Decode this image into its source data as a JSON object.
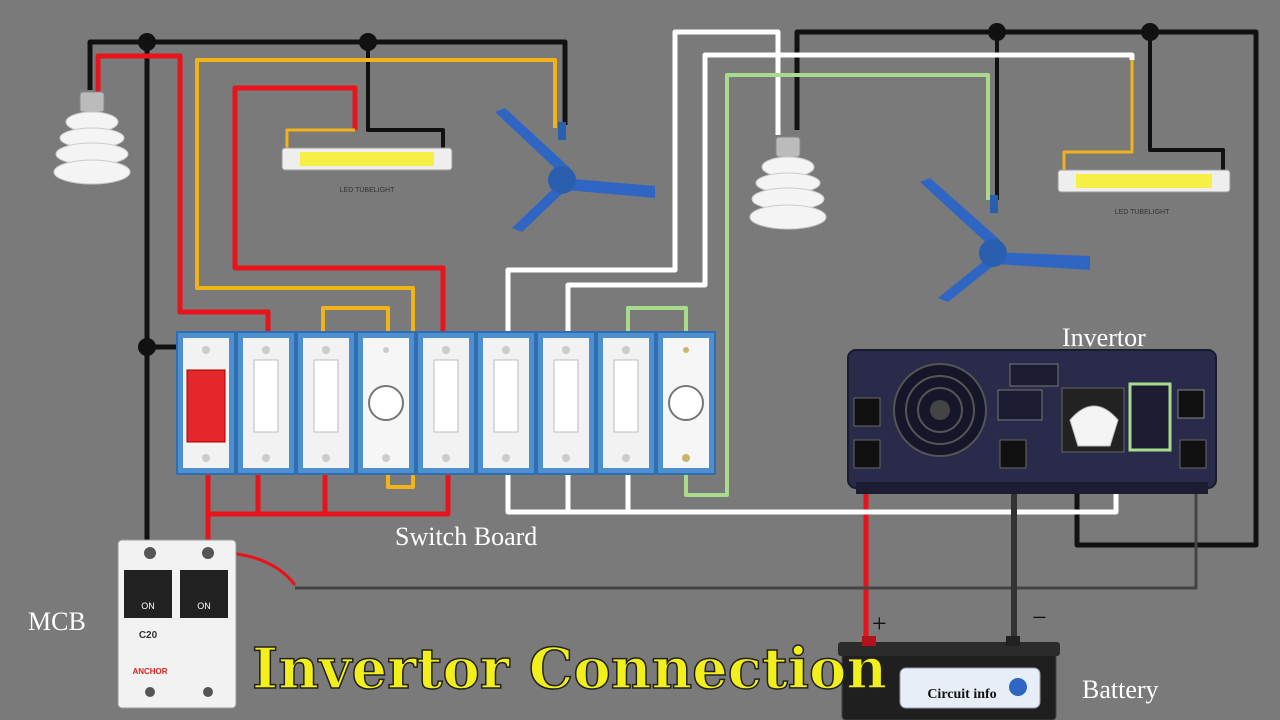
{
  "labels": {
    "tubelight_1": "LED TUBELIGHT",
    "tubelight_2": "LED TUBELIGHT",
    "invertor": "Invertor",
    "switch_board": "Switch Board",
    "mcb": "MCB",
    "battery": "Battery",
    "title": "Invertor Connection",
    "plus": "+",
    "minus": "−",
    "brand": "Circuit info",
    "mcb_on_left": "ON",
    "mcb_on_right": "ON",
    "mcb_rating": "C20",
    "mcb_brand": "ANCHOR"
  },
  "colors": {
    "background": "#7a7a7a",
    "wire_black": "#111111",
    "wire_red": "#e8141b",
    "wire_yellow": "#f2b21a",
    "wire_white": "#ffffff",
    "wire_green": "#a8dc8c",
    "switch_board": "#4e8fd0",
    "title": "#f3ef1a"
  }
}
